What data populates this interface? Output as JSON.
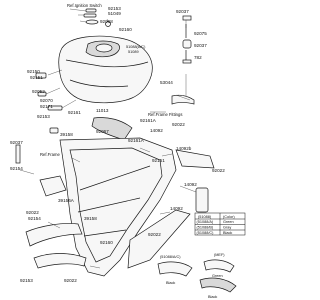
{
  "callouts": {
    "ref_ignition_switch": "Ref.Ignition Switch",
    "ref_frame_fittings": "Ref.Frame Fittings",
    "ref_frame": "Ref.Frame",
    "p92153_top": "92153",
    "p51049": "51049",
    "p92068": "92068",
    "p92160_a": "92160",
    "p92037_top": "92037",
    "p92075": "92075",
    "p92037_mid": "92037",
    "p782": "782",
    "p51088": "51088(A/C)",
    "p51089": "51089",
    "p92150": "92150",
    "p92151_a": "92151",
    "p92052": "92052",
    "p92070": "92070",
    "p92171": "92171",
    "p92153_mid": "92153",
    "p92161": "92161",
    "p11013": "11013",
    "p39158": "39158",
    "p92067": "92067",
    "p92161A": "92161A",
    "p92161A_b": "92161A",
    "p53044": "53044",
    "p92022": "92022",
    "p14092_a": "14092",
    "p14092b": "14092b",
    "p92037_left": "92037",
    "p92154_a": "92154",
    "p92151_b": "92151",
    "p92022_right": "92022",
    "p39156A": "39156A",
    "p39158_b": "39158",
    "p92022_left": "92022",
    "p92154_b": "92154",
    "p92160_b": "92160",
    "p92022_bottom": "92022",
    "p14092_b": "14092",
    "p92153_bot": "92153",
    "p14092_c": "14092",
    "p92022_c": "92022"
  },
  "legend": {
    "headers": [
      "(51088)",
      "(Color)"
    ],
    "rows": [
      {
        "code": "(51088/A)",
        "color": "Green"
      },
      {
        "code": "(51088/B)",
        "color": "Gray"
      },
      {
        "code": "(51088/C)",
        "color": "Black"
      }
    ]
  },
  "variants": {
    "left_tag": "(51088/A/C)",
    "right_tag": "(MEF)",
    "left_color": "Black",
    "right_color_top": "Green",
    "right_color_bottom": "Black"
  }
}
